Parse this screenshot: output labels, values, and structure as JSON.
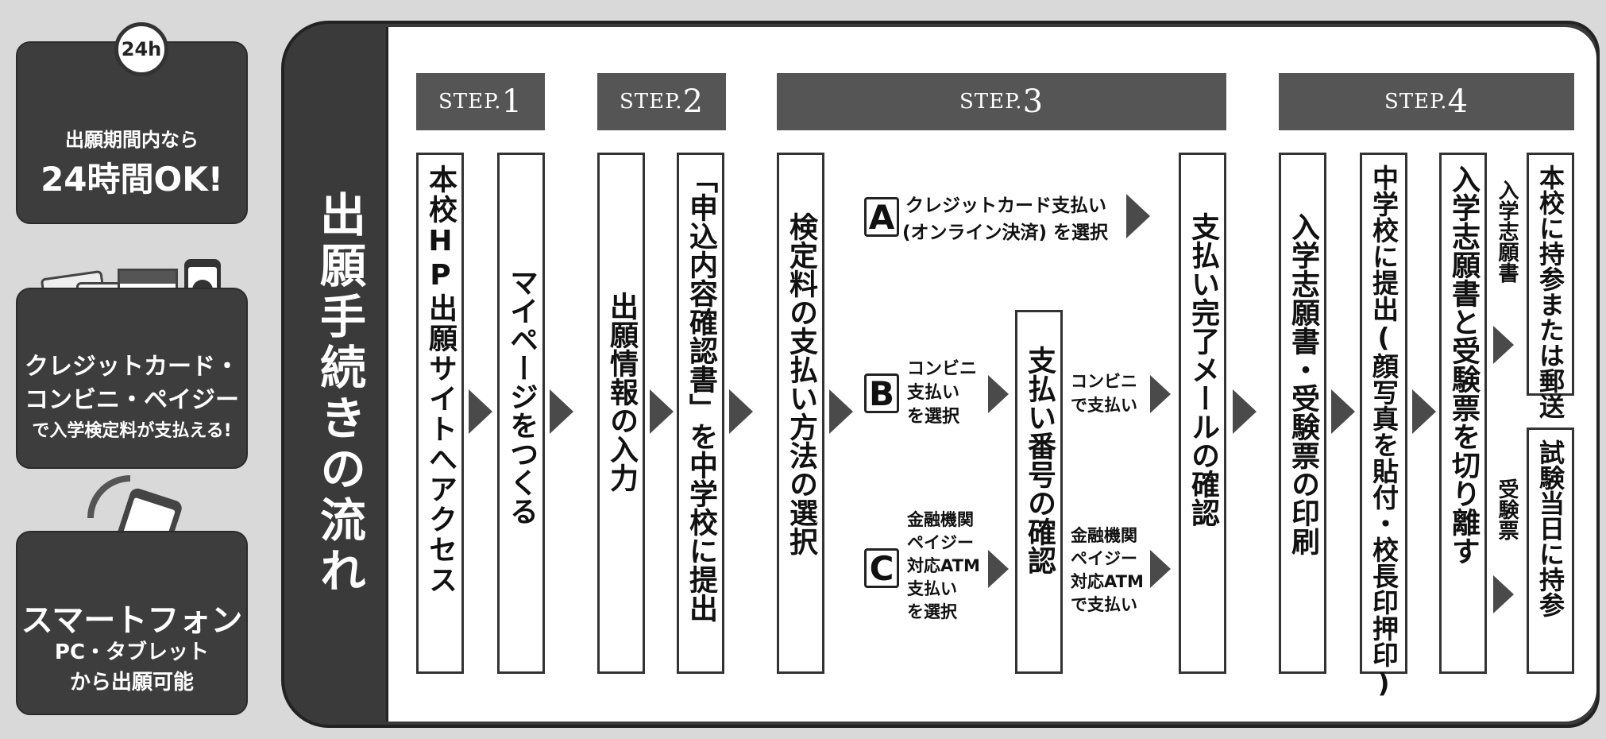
{
  "sidebar": {
    "panel1": {
      "badge": "24h",
      "line1": "出願期間内なら",
      "line2": "24時間OK!"
    },
    "panel2": {
      "line1": "クレジットカード・",
      "line2": "コンビニ・ペイジー",
      "line3": "で入学検定料が支払える!"
    },
    "panel3": {
      "line1": "スマートフォン",
      "line2": "PC・タブレット",
      "line3": "から出願可能"
    }
  },
  "flow": {
    "title": "出願手続きの流れ",
    "steps": [
      {
        "word": "STEP.",
        "num": "1"
      },
      {
        "word": "STEP.",
        "num": "2"
      },
      {
        "word": "STEP.",
        "num": "3"
      },
      {
        "word": "STEP.",
        "num": "4"
      }
    ],
    "boxes": {
      "hp_access": "本校HP出願サイトへアクセス",
      "mypage": "マイページをつくる",
      "info_input": "出願情報の入力",
      "confirm_doc": "「申込内容確認書」を中学校に提出",
      "payment_method": "検定料の支払い方法の選択",
      "payment_number": "支払い番号の確認",
      "payment_done": "支払い完了メールの確認",
      "print": "入学志願書・受験票の印刷",
      "school_submit": "中学校に提出(顔写真を貼付・校長印押印)",
      "cut_apart": "入学志願書と受験票を切り離す",
      "bring_mail": "本校に持参または郵送",
      "exam_day": "試験当日に持参"
    },
    "options": {
      "a": {
        "letter": "A",
        "line1": "クレジットカード支払い",
        "line2": "(オンライン決済) を選択"
      },
      "b": {
        "letter": "B",
        "line1": "コンビニ",
        "line2": "支払い",
        "line3": "を選択"
      },
      "c": {
        "letter": "C",
        "line1": "金融機関",
        "line2": "ペイジー",
        "line3": "対応ATM",
        "line4": "支払い",
        "line5": "を選択"
      }
    },
    "pay_labels": {
      "conbini_1": "コンビニ",
      "conbini_2": "で支払い",
      "atm_1": "金融機関",
      "atm_2": "ペイジー",
      "atm_3": "対応ATM",
      "atm_4": "で支払い"
    },
    "split_labels": {
      "application": "入学志願書",
      "ticket": "受験票"
    }
  }
}
